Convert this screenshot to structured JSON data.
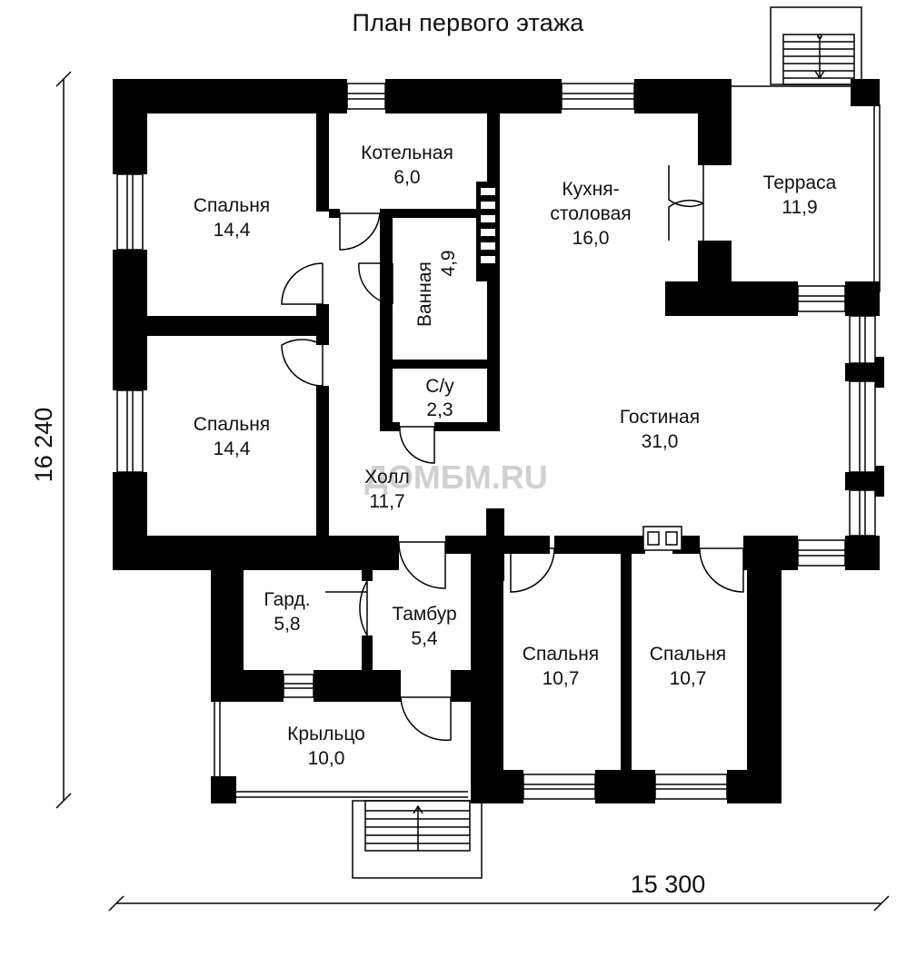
{
  "title": "План первого этажа",
  "watermark": "ДОМБМ.RU",
  "dimensions": {
    "height": "16 240",
    "width": "15 300"
  },
  "rooms": {
    "bed1": {
      "name": "Спальня",
      "area": "14,4"
    },
    "boiler": {
      "name": "Котельная",
      "area": "6,0"
    },
    "kitchen": {
      "name1": "Кухня-",
      "name2": "столовая",
      "area": "16,0"
    },
    "terrace": {
      "name": "Терраса",
      "area": "11,9"
    },
    "bath": {
      "name": "Ванная",
      "area": "4,9"
    },
    "wc": {
      "name": "С/у",
      "area": "2,3"
    },
    "bed2": {
      "name": "Спальня",
      "area": "14,4"
    },
    "living": {
      "name": "Гостиная",
      "area": "31,0"
    },
    "hall": {
      "name": "Холл",
      "area": "11,7"
    },
    "wardrobe": {
      "name": "Гард.",
      "area": "5,8"
    },
    "vestibule": {
      "name": "Тамбур",
      "area": "5,4"
    },
    "bed3": {
      "name": "Спальня",
      "area": "10,7"
    },
    "bed4": {
      "name": "Спальня",
      "area": "10,7"
    },
    "porch": {
      "name": "Крыльцо",
      "area": "10,0"
    }
  },
  "colors": {
    "wall": "#000000",
    "paper": "#ffffff",
    "watermark": "#d0d0d0"
  }
}
